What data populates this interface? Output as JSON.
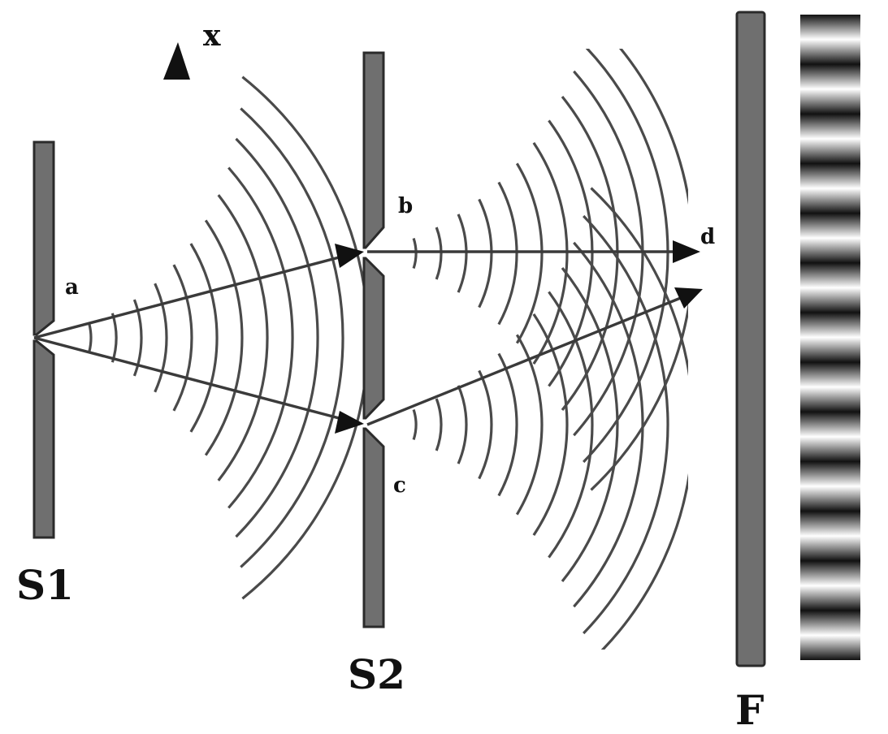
{
  "labels": {
    "axis": "x",
    "slit_single": "a",
    "slit_top": "b",
    "slit_bottom": "c",
    "screen_point": "d",
    "barrier_first": "S1",
    "barrier_second": "S2",
    "screen": "F"
  },
  "colors": {
    "barrier_fill": "#6f6f6f",
    "barrier_stroke": "#2b2b2b",
    "wavefront": "#4a4a4a",
    "ray": "#3a3a3a",
    "fringe_dark": "#111111",
    "fringe_light": "#ffffff"
  },
  "icons": {
    "axis_arrow": "up-arrow-icon"
  },
  "fringes": {
    "count": 13
  }
}
